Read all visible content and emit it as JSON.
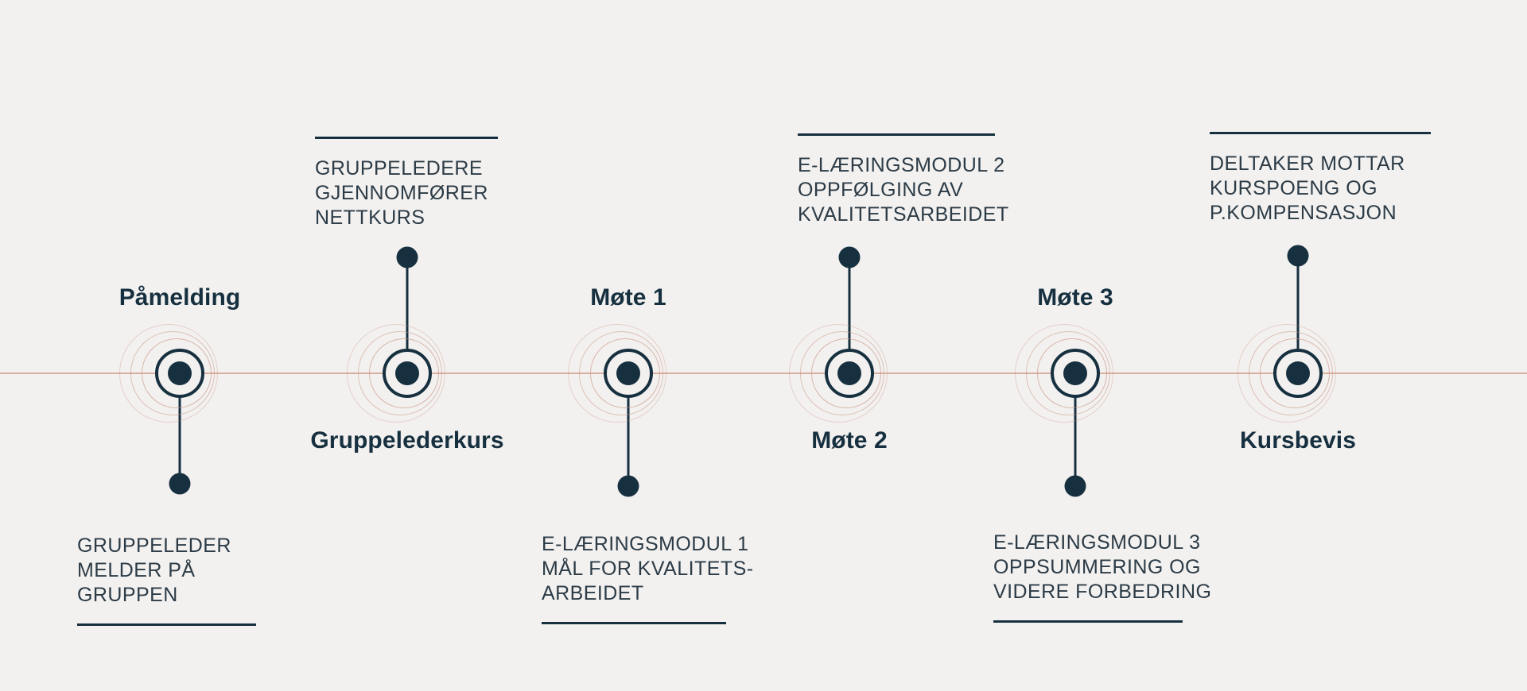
{
  "theme": {
    "background": "#f2f1f0",
    "ink": "#17303f",
    "accent": "#c9907c",
    "body_text": "#2c3b46"
  },
  "timeline": {
    "axis_label": "course-progress-timeline",
    "nodes": [
      {
        "id": "pamelding",
        "title": "Påmelding",
        "title_side": "above",
        "desc_side": "below",
        "has_halo": true,
        "rule_position": "below",
        "description": [
          "GRUPPELEDER",
          "MELDER PÅ",
          "GRUPPEN"
        ]
      },
      {
        "id": "gruppelederkurs",
        "title": "Gruppelederkurs",
        "title_side": "below",
        "desc_side": "above",
        "has_halo": true,
        "rule_position": "above",
        "description": [
          "GRUPPELEDERE",
          "GJENNOMFØRER",
          "NETTKURS"
        ]
      },
      {
        "id": "mote-1",
        "title": "Møte 1",
        "title_side": "above",
        "desc_side": "below",
        "has_halo": true,
        "rule_position": "below",
        "description": [
          "E-LÆRINGSMODUL 1",
          "MÅL FOR KVALITETS-",
          "ARBEIDET"
        ]
      },
      {
        "id": "mote-2",
        "title": "Møte 2",
        "title_side": "below",
        "desc_side": "above",
        "has_halo": true,
        "rule_position": "above",
        "description": [
          "E-LÆRINGSMODUL 2",
          "OPPFØLGING AV",
          "KVALITETSARBEIDET"
        ]
      },
      {
        "id": "mote-3",
        "title": "Møte 3",
        "title_side": "above",
        "desc_side": "below",
        "has_halo": true,
        "rule_position": "below",
        "description": [
          "E-LÆRINGSMODUL 3",
          "OPPSUMMERING OG",
          "VIDERE FORBEDRING"
        ]
      },
      {
        "id": "kursbevis",
        "title": "Kursbevis",
        "title_side": "below",
        "desc_side": "above",
        "has_halo": true,
        "rule_position": "above",
        "description": [
          "DELTAKER MOTTAR",
          "KURSPOENG OG",
          "P.KOMPENSASJON"
        ]
      }
    ]
  }
}
